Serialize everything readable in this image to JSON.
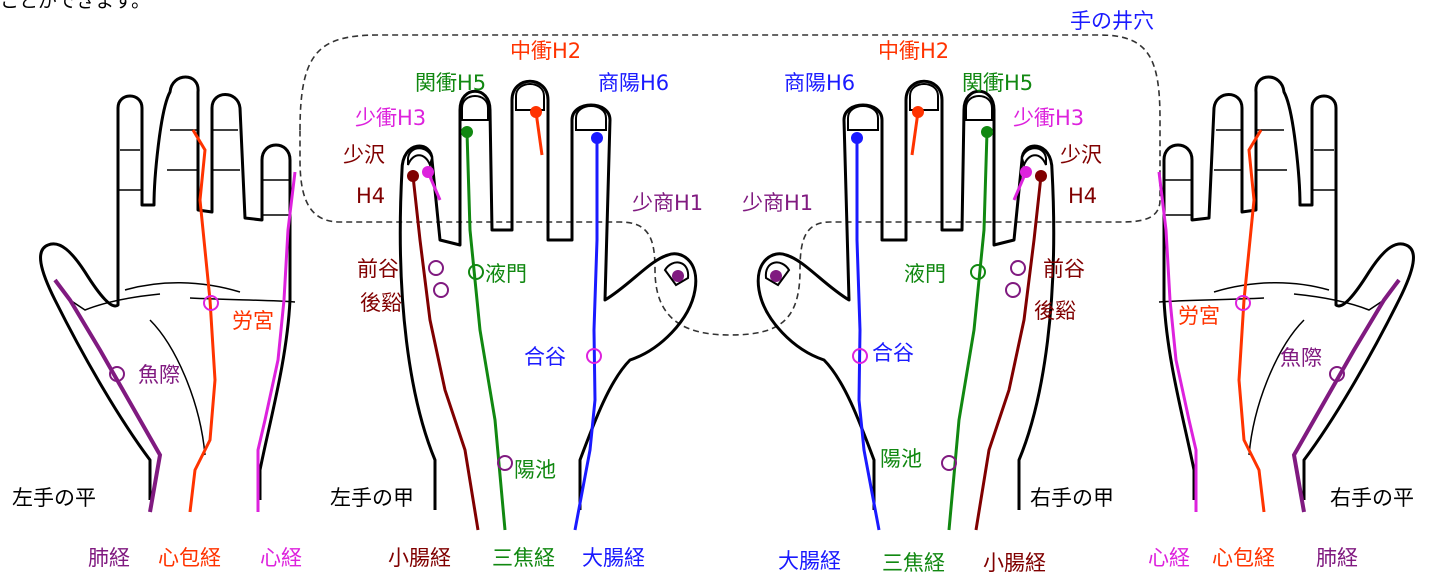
{
  "header_text": "ことができます。",
  "colors": {
    "outline": "#000000",
    "red": "#ff3300",
    "blue": "#1a1aff",
    "green": "#118811",
    "magenta": "#dd22dd",
    "purple": "#801a80",
    "maroon": "#800000",
    "dashed": "#333333"
  },
  "titles": {
    "well_points": "手の井穴"
  },
  "hands": {
    "left_palm": "左手の平",
    "left_back": "左手の甲",
    "right_back": "右手の甲",
    "right_palm": "右手の平"
  },
  "points": {
    "h1": "少商H1",
    "h2": "中衝H2",
    "h3": "少衝H3",
    "h4_a": "少沢",
    "h4_b": "H4",
    "h5": "関衝H5",
    "h6": "商陽H6",
    "rougu": "労宮",
    "gyosai": "魚際",
    "zenkoku": "前谷",
    "kokei": "後谿",
    "ekimon": "液門",
    "goukoku": "合谷",
    "youchi": "陽池"
  },
  "meridians": {
    "lung": "肺経",
    "pericardium": "心包経",
    "heart": "心経",
    "small_intestine": "小腸経",
    "triple_burner": "三焦経",
    "large_intestine": "大腸経"
  }
}
